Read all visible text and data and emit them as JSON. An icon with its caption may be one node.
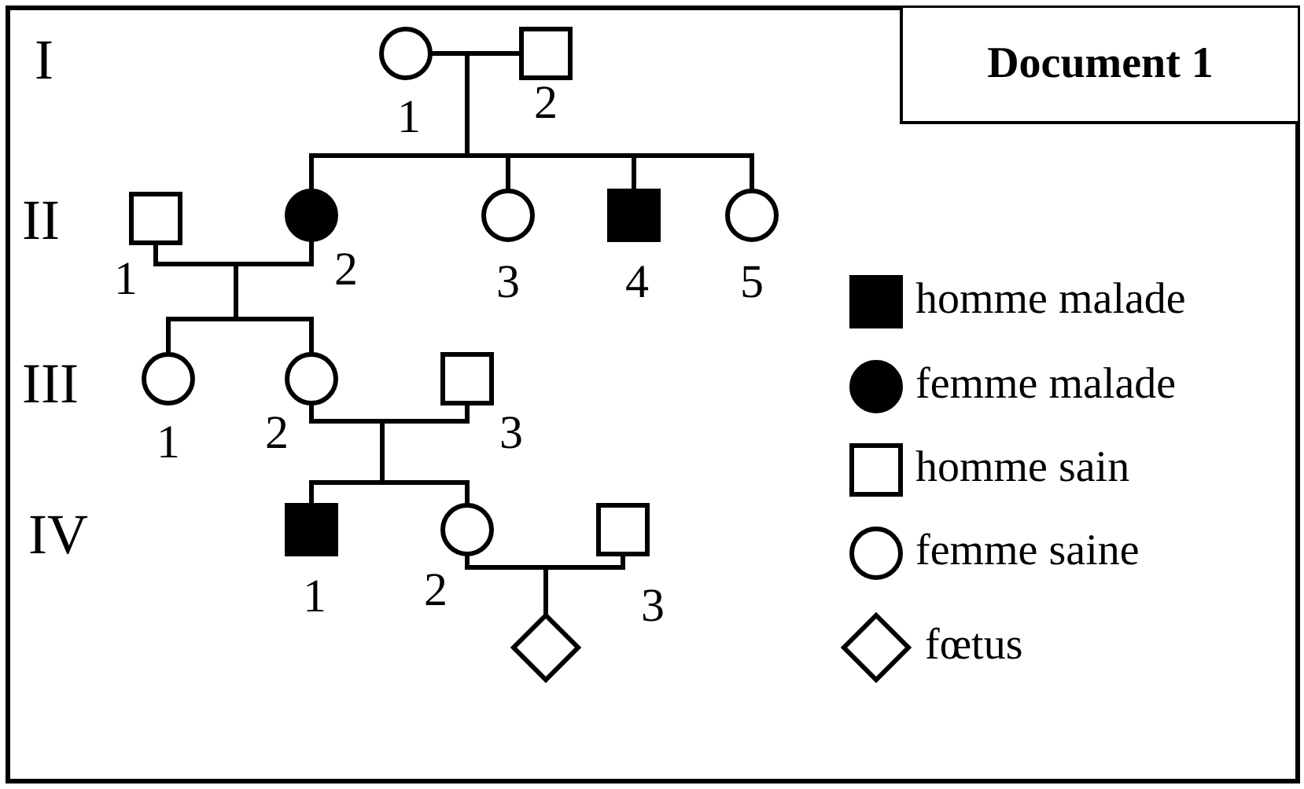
{
  "diagram": {
    "nodes": [
      {
        "text": [],
        "shape": "circle",
        "beside": [
          "1"
        ]
      },
      {
        "text": [],
        "shape": "square",
        "beside": [
          "2"
        ]
      },
      {
        "text": [],
        "shape": "square",
        "beside": [
          "1"
        ]
      },
      {
        "text": [],
        "shape": "disc",
        "beside": [
          "2"
        ]
      },
      {
        "text": [],
        "shape": "circle",
        "beside": [
          "3"
        ]
      },
      {
        "text": [],
        "shape": "filled-square",
        "beside": [
          "4"
        ]
      },
      {
        "text": [],
        "shape": "circle",
        "beside": [
          "5"
        ]
      },
      {
        "text": [],
        "shape": "circle",
        "beside": [
          "1"
        ]
      },
      {
        "text": [],
        "shape": "circle",
        "beside": [
          "2"
        ]
      },
      {
        "text": [],
        "shape": "square",
        "beside": [
          "3"
        ]
      },
      {
        "text": [],
        "shape": "filled-square",
        "beside": [
          "1"
        ]
      },
      {
        "text": [],
        "shape": "circle",
        "beside": [
          "2"
        ]
      },
      {
        "text": [],
        "shape": "square",
        "beside": [
          "3"
        ]
      },
      {
        "text": [],
        "shape": "diamond"
      },
      {
        "text": [
          "Document 1"
        ]
      }
    ],
    "edges": [
      {
        "from": 0,
        "to": 1,
        "arrow": "none"
      },
      {
        "from": 0,
        "to": 3,
        "arrow": "none"
      },
      {
        "from": 0,
        "to": 4,
        "arrow": "none"
      },
      {
        "from": 0,
        "to": 5,
        "arrow": "none"
      },
      {
        "from": 0,
        "to": 6,
        "arrow": "none"
      },
      {
        "from": 1,
        "to": 3,
        "arrow": "none"
      },
      {
        "from": 1,
        "to": 4,
        "arrow": "none"
      },
      {
        "from": 1,
        "to": 5,
        "arrow": "none"
      },
      {
        "from": 1,
        "to": 6,
        "arrow": "none"
      },
      {
        "from": 2,
        "to": 3,
        "arrow": "none"
      },
      {
        "from": 2,
        "to": 7,
        "arrow": "none"
      },
      {
        "from": 2,
        "to": 8,
        "arrow": "none"
      },
      {
        "from": 3,
        "to": 7,
        "arrow": "none"
      },
      {
        "from": 3,
        "to": 8,
        "arrow": "none"
      },
      {
        "from": 8,
        "to": 9,
        "arrow": "none"
      },
      {
        "from": 8,
        "to": 10,
        "arrow": "none"
      },
      {
        "from": 8,
        "to": 11,
        "arrow": "none"
      },
      {
        "from": 9,
        "to": 10,
        "arrow": "none"
      },
      {
        "from": 9,
        "to": 11,
        "arrow": "none"
      },
      {
        "from": 11,
        "to": 12,
        "arrow": "none"
      },
      {
        "from": 11,
        "to": 13,
        "arrow": "none"
      },
      {
        "from": 12,
        "to": 13,
        "arrow": "none"
      }
    ],
    "labels": [
      "I",
      "II",
      "III",
      "IV"
    ],
    "legend": [
      {
        "text": "homme malade"
      },
      {
        "text": "femme malade"
      },
      {
        "text": "homme sain"
      },
      {
        "text": "femme saine"
      },
      {
        "text": "fœtus"
      }
    ]
  }
}
